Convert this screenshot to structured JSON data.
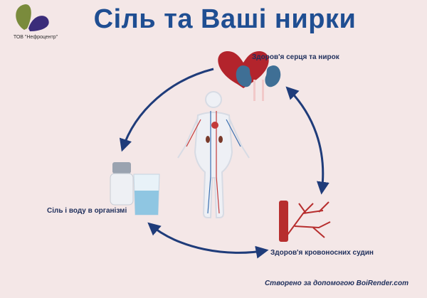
{
  "header": {
    "title": "Сіль та Ваші нирки",
    "company": "ТОВ \"Нефроцентр\""
  },
  "labels": {
    "heart_kidney": "Здоров'я серця та нирок",
    "salt_water": "Сіль і воду в організмі",
    "vessels": "Здоров'я кровоносних судин"
  },
  "footer": {
    "credit": "Створено за допомогою  BoiRender.com"
  },
  "colors": {
    "background": "#f4e7e7",
    "title": "#1f4e92",
    "arrow": "#1f3c7a",
    "heart": "#b3242c",
    "kidney": "#3f6f95",
    "logo_green": "#7a8b3c",
    "logo_purple": "#3b2c7a"
  },
  "icons": [
    "butterfly-logo",
    "heart-icon",
    "kidneys-icon",
    "human-body-icon",
    "salt-shaker-icon",
    "water-glass-icon",
    "blood-vessel-icon",
    "cycle-arrow"
  ]
}
